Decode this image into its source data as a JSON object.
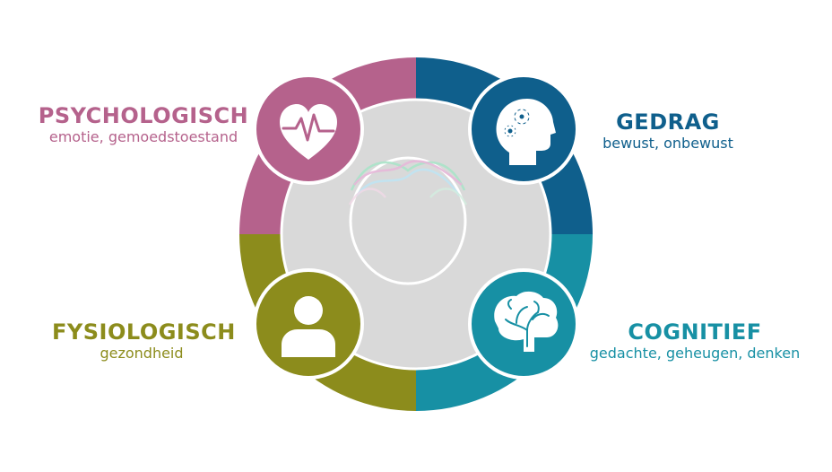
{
  "colors": {
    "psychologisch": "#b5628c",
    "gedrag": "#0f5f8c",
    "fysiologisch": "#8c8c1c",
    "cognitief": "#1790a4",
    "center": "#d9d9d9"
  },
  "segments": {
    "psychologisch": {
      "title": "PSYCHOLOGISCH",
      "subtitle": "emotie, gemoedstoestand",
      "icon": "heartbeat-icon"
    },
    "gedrag": {
      "title": "GEDRAG",
      "subtitle": "bewust, onbewust",
      "icon": "head-gears-icon"
    },
    "fysiologisch": {
      "title": "FYSIOLOGISCH",
      "subtitle": "gezondheid",
      "icon": "person-icon"
    },
    "cognitief": {
      "title": "COGNITIEF",
      "subtitle": "gedachte, geheugen, denken",
      "icon": "brain-icon"
    }
  }
}
